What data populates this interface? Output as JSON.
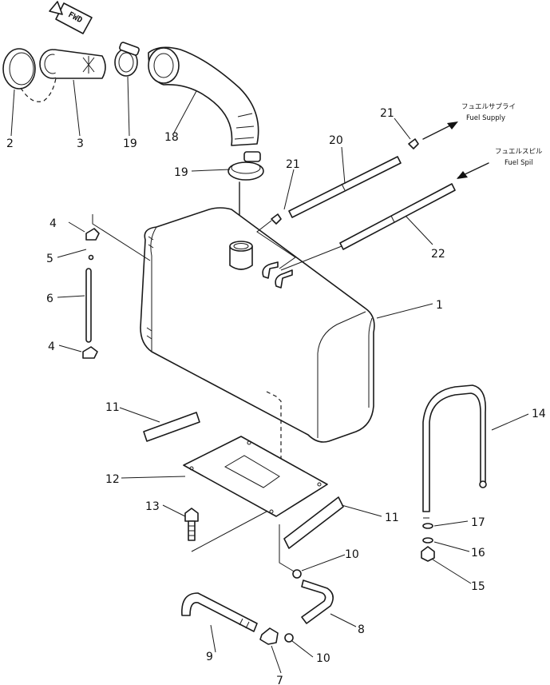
{
  "fwd_label": "FWD",
  "callouts": {
    "c1": "1",
    "c2": "2",
    "c3": "3",
    "c4a": "4",
    "c4b": "4",
    "c5": "5",
    "c6": "6",
    "c7": "7",
    "c8": "8",
    "c9": "9",
    "c10a": "10",
    "c10b": "10",
    "c11a": "11",
    "c11b": "11",
    "c12": "12",
    "c13": "13",
    "c14": "14",
    "c15": "15",
    "c16": "16",
    "c17": "17",
    "c18": "18",
    "c19a": "19",
    "c19b": "19",
    "c20": "20",
    "c21a": "21",
    "c21b": "21",
    "c22": "22"
  },
  "annotations": {
    "supply_jp": "フュエルサプライ",
    "supply_en": "Fuel Supply",
    "spill_jp": "フュエルスピル",
    "spill_en": "Fuel Spil"
  }
}
